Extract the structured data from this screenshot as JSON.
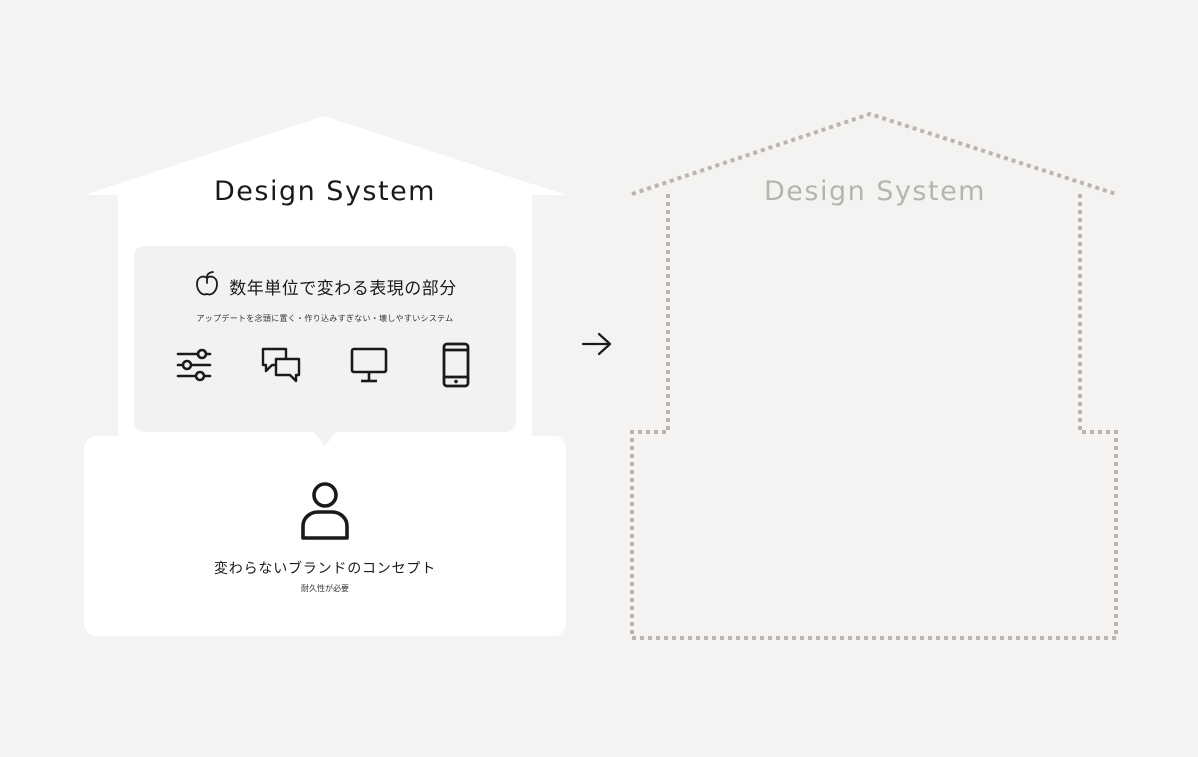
{
  "house": {
    "title": "Design System",
    "upper": {
      "title": "数年単位で変わる表現の部分",
      "subtitle": "アップデートを念頭に置く・作り込みすぎない・壊しやすいシステム",
      "icons": [
        "sliders-icon",
        "chat-bubbles-icon",
        "desktop-monitor-icon",
        "smartphone-icon"
      ],
      "title_icon": "apple-icon"
    },
    "foundation": {
      "title": "変わらないブランドのコンセプト",
      "subtitle": "耐久性が必要",
      "icon": "user-icon"
    }
  },
  "ghost_house": {
    "title": "Design System"
  },
  "connector": {
    "icon": "arrow-right-icon"
  },
  "colors": {
    "background": "#f4f3f1",
    "house_fill": "#ffffff",
    "inner_panel": "#f3f2f0",
    "ghost_outline": "#b8b6ad",
    "ghost_text": "#b6b4ae"
  }
}
